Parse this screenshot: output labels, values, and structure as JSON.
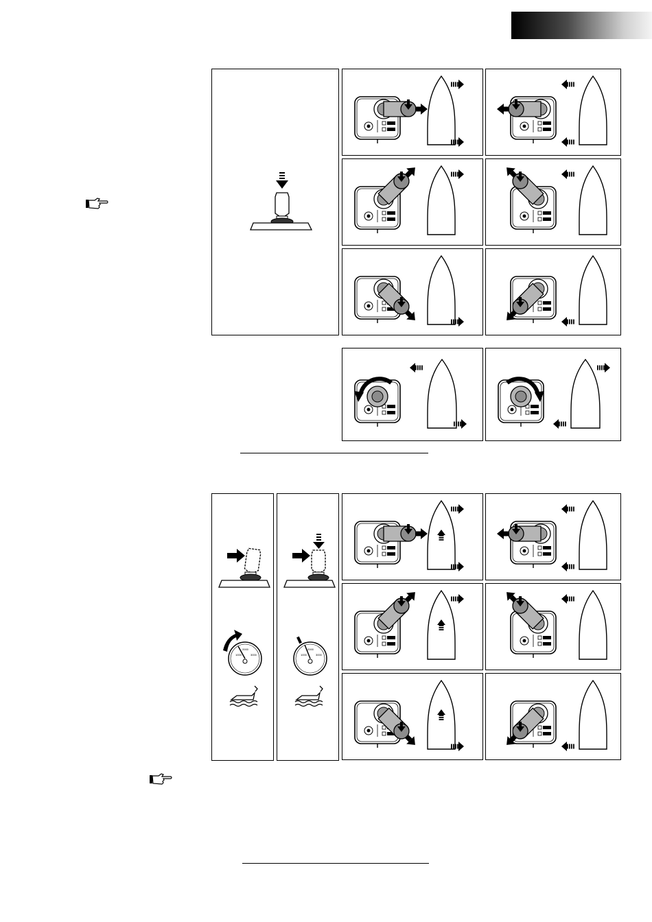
{
  "page": {
    "header_tab": "gradient-corner-tab"
  },
  "icons": {
    "reference": "pointing-hand-icon",
    "joystick": "joystick-icon",
    "control_panel": "joystick-control-panel-icon",
    "boat": "boat-hull-outline-icon",
    "thrust": "striped-thrust-arrow-icon",
    "tachometer": "tachometer-gauge-icon",
    "boat_waves": "boat-on-waves-icon"
  },
  "section1": {
    "intro_panel": {
      "action": "press-down"
    },
    "cells": [
      {
        "id": "move-right",
        "stick": "right",
        "bow": "right",
        "stern": "right",
        "forward": false
      },
      {
        "id": "move-left",
        "stick": "left",
        "bow": "left",
        "stern": "left",
        "forward": false
      },
      {
        "id": "diag-forward-right",
        "stick": "up-right",
        "bow": "right",
        "stern": "",
        "forward": false
      },
      {
        "id": "diag-forward-left",
        "stick": "up-left",
        "bow": "left",
        "stern": "",
        "forward": false
      },
      {
        "id": "diag-back-right",
        "stick": "down-right",
        "bow": "",
        "stern": "right",
        "forward": false
      },
      {
        "id": "diag-back-left",
        "stick": "down-left",
        "bow": "",
        "stern": "left",
        "forward": false
      }
    ],
    "rotation_cells": [
      {
        "id": "rotate-left",
        "rotation": "ccw",
        "bow": "left",
        "stern": "right"
      },
      {
        "id": "rotate-right",
        "rotation": "cw",
        "bow": "right",
        "stern": "left"
      }
    ]
  },
  "section2": {
    "side_panels": [
      {
        "id": "push-forward",
        "action": "push"
      },
      {
        "id": "push-and-press",
        "action": "push-press"
      }
    ],
    "cells": [
      {
        "id": "fwd-move-right",
        "stick": "right",
        "bow": "right",
        "stern": "right",
        "forward": true
      },
      {
        "id": "fwd-move-left",
        "stick": "left",
        "bow": "left",
        "stern": "left",
        "forward": false
      },
      {
        "id": "fwd-diag-right",
        "stick": "up-right",
        "bow": "right",
        "stern": "",
        "forward": true
      },
      {
        "id": "fwd-diag-left",
        "stick": "up-left",
        "bow": "left",
        "stern": "",
        "forward": false
      },
      {
        "id": "fwd-back-right",
        "stick": "down-right",
        "bow": "",
        "stern": "right",
        "forward": true
      },
      {
        "id": "fwd-back-left",
        "stick": "down-left",
        "bow": "",
        "stern": "left",
        "forward": false
      }
    ]
  }
}
